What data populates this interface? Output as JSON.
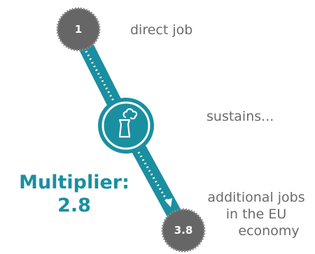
{
  "nodes": {
    "start": {
      "value": "1"
    },
    "end": {
      "value": "3.8"
    }
  },
  "labels": {
    "direct": "direct job",
    "sustains": "sustains...",
    "additional_line1": "additional jobs",
    "additional_line2": "in the EU",
    "additional_line3": "economy"
  },
  "multiplier": {
    "line1": "Multiplier:",
    "line2": "2.8"
  },
  "icons": {
    "center": "factory-icon"
  },
  "colors": {
    "teal": "#1a8fa0",
    "gray_node": "#666666",
    "text_gray": "#6b6b6b",
    "white": "#ffffff"
  }
}
